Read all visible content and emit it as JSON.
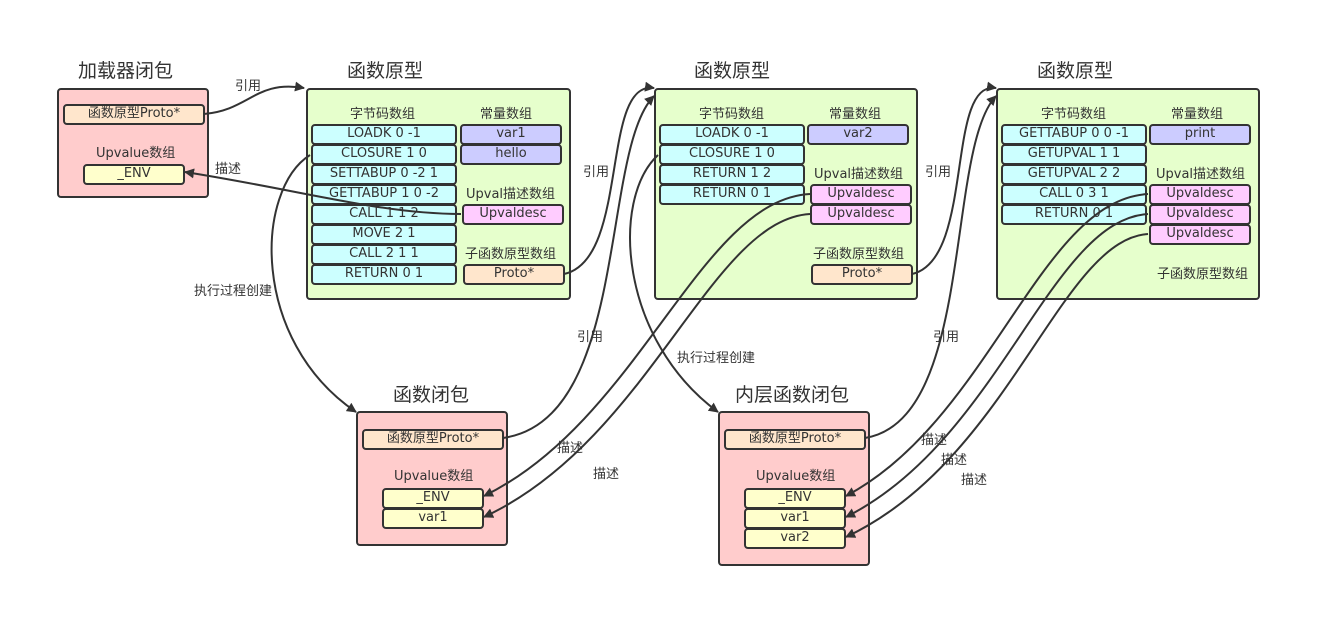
{
  "loader_closure": {
    "title": "加载器闭包",
    "proto_ptr": "函数原型Proto*",
    "upvalue_label": "Upvalue数组",
    "upvalues": [
      "_ENV"
    ]
  },
  "proto1": {
    "title": "函数原型",
    "code_label": "字节码数组",
    "const_label": "常量数组",
    "code": [
      "LOADK 0 -1",
      "CLOSURE 1 0",
      "SETTABUP 0 -2 1",
      "GETTABUP 1 0 -2",
      "CALL 1 1 2",
      "MOVE 2 1",
      "CALL 2 1 1",
      "RETURN 0 1"
    ],
    "consts": [
      "var1",
      "hello"
    ],
    "upval_desc_label": "Upval描述数组",
    "upval_descs": [
      "Upvaldesc"
    ],
    "sub_proto_label": "子函数原型数组",
    "sub_protos": [
      "Proto*"
    ]
  },
  "proto2": {
    "title": "函数原型",
    "code_label": "字节码数组",
    "const_label": "常量数组",
    "code": [
      "LOADK 0 -1",
      "CLOSURE 1 0",
      "RETURN 1 2",
      "RETURN 0 1"
    ],
    "consts": [
      "var2"
    ],
    "upval_desc_label": "Upval描述数组",
    "upval_descs": [
      "Upvaldesc",
      "Upvaldesc"
    ],
    "sub_proto_label": "子函数原型数组",
    "sub_protos": [
      "Proto*"
    ]
  },
  "proto3": {
    "title": "函数原型",
    "code_label": "字节码数组",
    "const_label": "常量数组",
    "code": [
      "GETTABUP 0 0 -1",
      "GETUPVAL 1 1",
      "GETUPVAL 2 2",
      "CALL 0 3 1",
      "RETURN 0 1"
    ],
    "consts": [
      "print"
    ],
    "upval_desc_label": "Upval描述数组",
    "upval_descs": [
      "Upvaldesc",
      "Upvaldesc",
      "Upvaldesc"
    ],
    "sub_proto_label": "子函数原型数组",
    "sub_protos": []
  },
  "func_closure": {
    "title": "函数闭包",
    "proto_ptr": "函数原型Proto*",
    "upvalue_label": "Upvalue数组",
    "upvalues": [
      "_ENV",
      "var1"
    ]
  },
  "inner_closure": {
    "title": "内层函数闭包",
    "proto_ptr": "函数原型Proto*",
    "upvalue_label": "Upvalue数组",
    "upvalues": [
      "_ENV",
      "var1",
      "var2"
    ]
  },
  "edge_labels": {
    "ref1": "引用",
    "desc1": "描述",
    "create1": "执行过程创建",
    "ref2": "引用",
    "ref3": "引用",
    "desc2a": "描述",
    "desc2b": "描述",
    "create2": "执行过程创建",
    "ref4": "引用",
    "ref5": "引用",
    "desc3a": "描述",
    "desc3b": "描述",
    "desc3c": "描述"
  }
}
